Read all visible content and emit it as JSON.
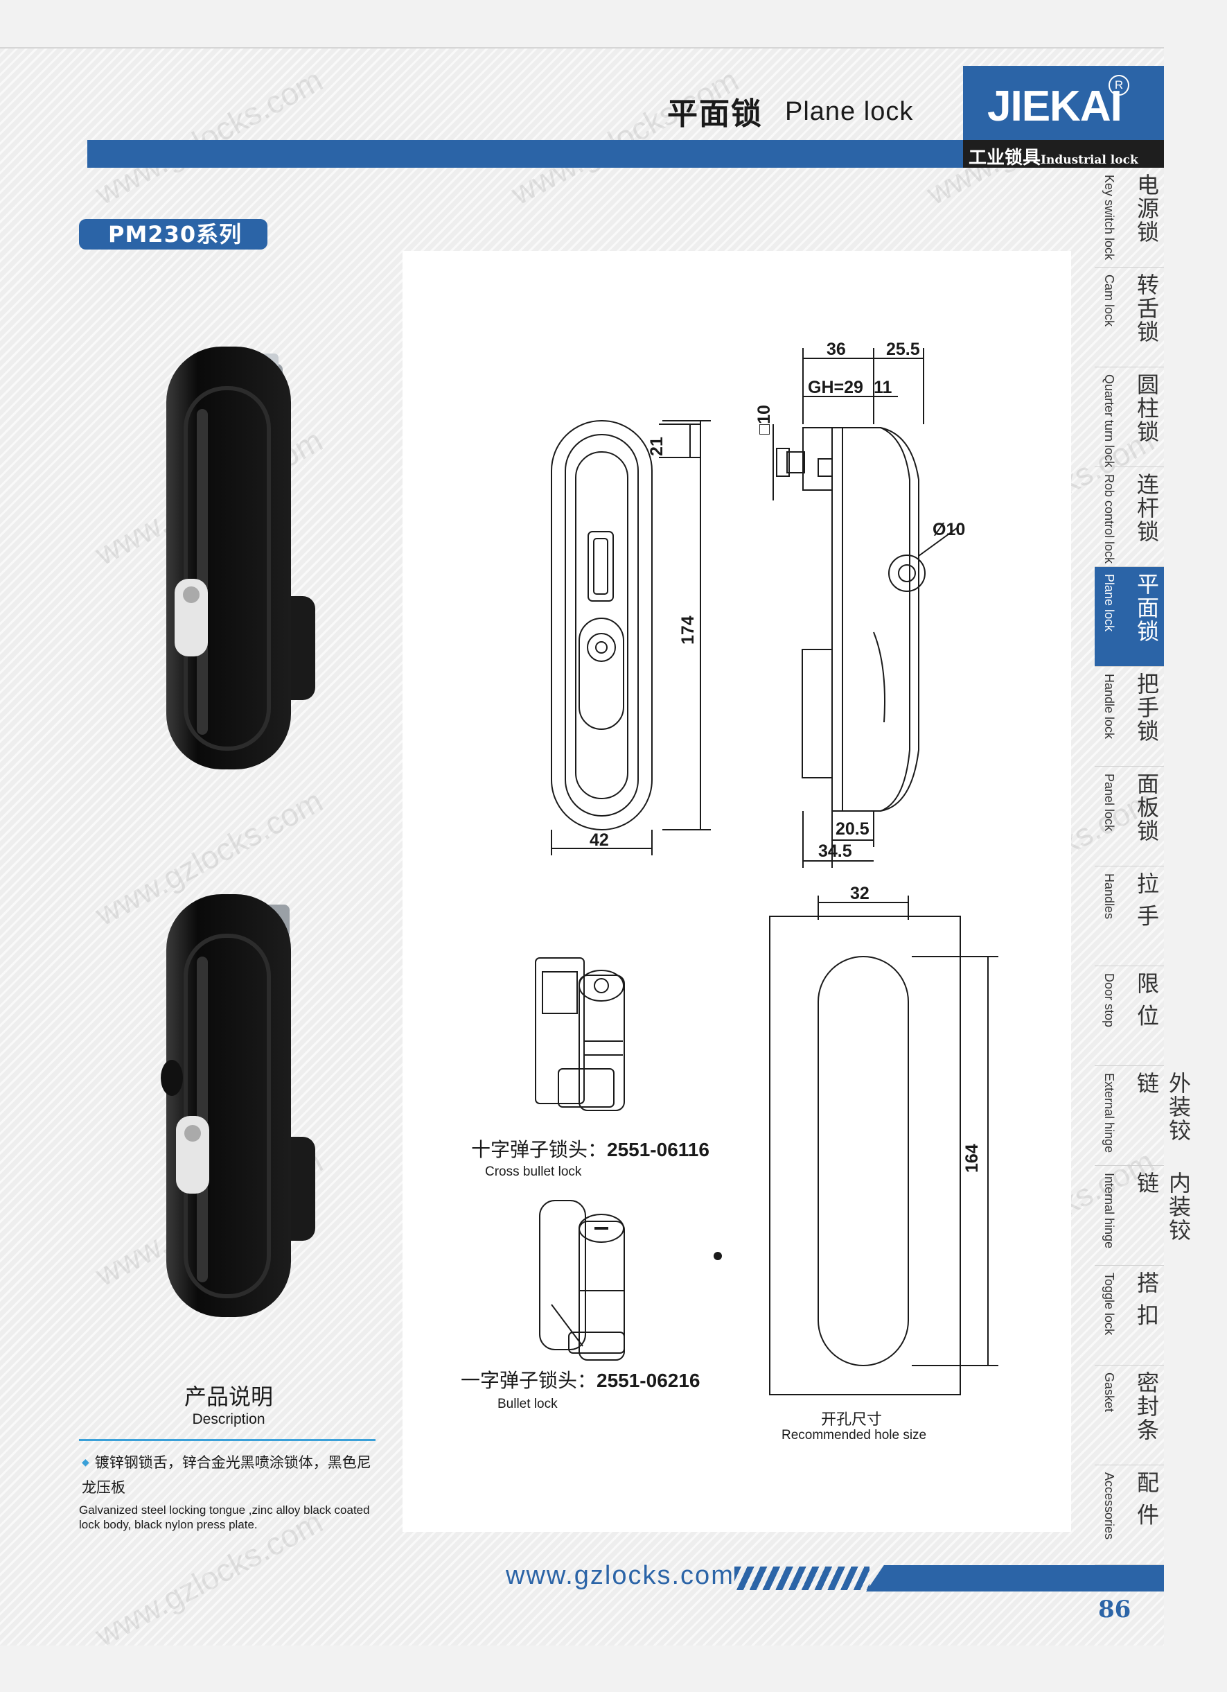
{
  "header": {
    "title_cn": "平面锁",
    "title_en": "Plane lock",
    "logo": "JIEKAI",
    "logo_reg": "R",
    "logo_sub_cn": "工业锁具",
    "logo_sub_en": "Industrial lock"
  },
  "series": "PM230系列",
  "tabs": [
    {
      "cn": "电源锁",
      "en": "Key switch lock",
      "active": false
    },
    {
      "cn": "转舌锁",
      "en": "Cam lock",
      "active": false
    },
    {
      "cn": "圆柱锁",
      "en": "Quarter turn lock",
      "active": false
    },
    {
      "cn": "连杆锁",
      "en": "Rob control lock",
      "active": false
    },
    {
      "cn": "平面锁",
      "en": "Plane lock",
      "active": true
    },
    {
      "cn": "把手锁",
      "en": "Handle lock",
      "active": false
    },
    {
      "cn": "面板锁",
      "en": "Panel lock",
      "active": false
    },
    {
      "cn": "拉 手",
      "en": "Handles",
      "active": false
    },
    {
      "cn": "限 位",
      "en": "Door stop",
      "active": false
    },
    {
      "cn": "外装铰链",
      "en": "External hinge",
      "active": false
    },
    {
      "cn": "内装铰链",
      "en": "Internal hinge",
      "active": false
    },
    {
      "cn": "搭 扣",
      "en": "Toggle lock",
      "active": false
    },
    {
      "cn": "密封条",
      "en": "Gasket",
      "active": false
    },
    {
      "cn": "配 件",
      "en": "Accessories",
      "active": false
    }
  ],
  "drawing": {
    "dims": {
      "d21": "21",
      "d174": "174",
      "d42": "42",
      "d36": "36",
      "d25_5": "25.5",
      "gh": "GH=29",
      "d11": "11",
      "sq10": "□10",
      "phi10": "Ø10",
      "d20_5": "20.5",
      "d34_5": "34.5",
      "d32": "32",
      "d164": "164"
    },
    "cross_cn": "十字弹子锁头：",
    "cross_code": "2551-06116",
    "cross_en": "Cross bullet lock",
    "bullet_cn": "一字弹子锁头：",
    "bullet_code": "2551-06216",
    "bullet_en": "Bullet lock",
    "hole_cn": "开孔尺寸",
    "hole_en": "Recommended hole size"
  },
  "description": {
    "title_cn": "产品说明",
    "title_en": "Description",
    "body_cn": "镀锌钢锁舌，锌合金光黑喷涂锁体，黑色尼龙压板",
    "body_en": "Galvanized steel locking tongue ,zinc alloy black coated lock body, black nylon press plate."
  },
  "footer": {
    "url": "www.gzlocks.com",
    "page": "86"
  },
  "watermark": "www.gzlocks.com",
  "colors": {
    "brand": "#2b64a7",
    "accent": "#3aa0d8"
  }
}
